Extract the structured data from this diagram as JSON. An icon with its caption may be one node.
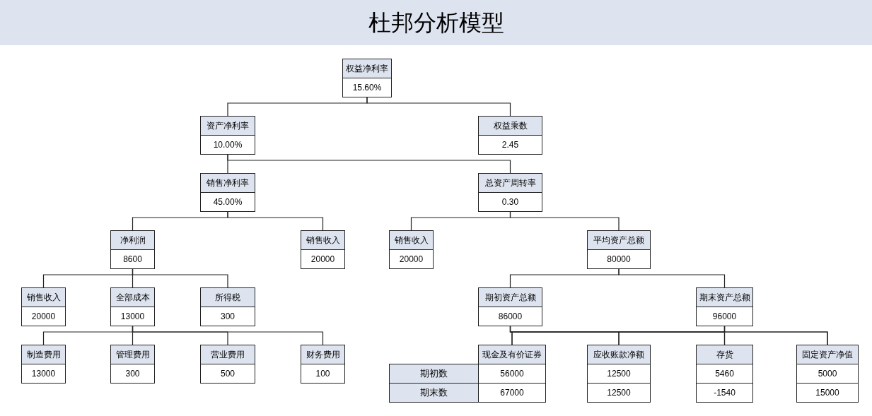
{
  "diagram": {
    "title": "杜邦分析模型",
    "nodes": [
      {
        "text": [
          "权益净利率",
          "15.60%"
        ]
      },
      {
        "text": [
          "资产净利率",
          "10.00%"
        ]
      },
      {
        "text": [
          "权益乘数",
          "2.45"
        ]
      },
      {
        "text": [
          "销售净利率",
          "45.00%"
        ]
      },
      {
        "text": [
          "总资产周转率",
          "0.30"
        ]
      },
      {
        "text": [
          "净利润",
          "8600"
        ]
      },
      {
        "text": [
          "销售收入",
          "20000"
        ]
      },
      {
        "text": [
          "销售收入",
          "20000"
        ]
      },
      {
        "text": [
          "平均资产总额",
          "80000"
        ]
      },
      {
        "text": [
          "销售收入",
          "20000"
        ]
      },
      {
        "text": [
          "全部成本",
          "13000"
        ]
      },
      {
        "text": [
          "所得税",
          "300"
        ]
      },
      {
        "text": [
          "期初资产总额",
          "86000"
        ]
      },
      {
        "text": [
          "期末资产总额",
          "96000"
        ]
      },
      {
        "text": [
          "制造费用",
          "13000"
        ]
      },
      {
        "text": [
          "管理费用",
          "300"
        ]
      },
      {
        "text": [
          "营业费用",
          "500"
        ]
      },
      {
        "text": [
          "财务费用",
          "100"
        ]
      },
      {
        "text": [
          "现金及有价证券",
          "56000",
          "67000"
        ]
      },
      {
        "text": [
          "应收账款净额",
          "12500",
          "12500"
        ]
      },
      {
        "text": [
          "存货",
          "5460",
          "-1540"
        ]
      },
      {
        "text": [
          "固定资产净值",
          "5000",
          "15000"
        ]
      }
    ],
    "edges": [
      {
        "from": 0,
        "to": 1,
        "arrow": "none"
      },
      {
        "from": 0,
        "to": 2,
        "arrow": "none"
      },
      {
        "from": 1,
        "to": 3,
        "arrow": "none"
      },
      {
        "from": 1,
        "to": 4,
        "arrow": "none"
      },
      {
        "from": 3,
        "to": 5,
        "arrow": "none"
      },
      {
        "from": 3,
        "to": 6,
        "arrow": "none"
      },
      {
        "from": 4,
        "to": 7,
        "arrow": "none"
      },
      {
        "from": 4,
        "to": 8,
        "arrow": "none"
      },
      {
        "from": 5,
        "to": 9,
        "arrow": "none"
      },
      {
        "from": 5,
        "to": 10,
        "arrow": "none"
      },
      {
        "from": 5,
        "to": 11,
        "arrow": "none"
      },
      {
        "from": 10,
        "to": 14,
        "arrow": "none"
      },
      {
        "from": 10,
        "to": 15,
        "arrow": "none"
      },
      {
        "from": 10,
        "to": 16,
        "arrow": "none"
      },
      {
        "from": 10,
        "to": 17,
        "arrow": "none"
      },
      {
        "from": 8,
        "to": 12,
        "arrow": "none"
      },
      {
        "from": 8,
        "to": 13,
        "arrow": "none"
      },
      {
        "from": 12,
        "to": 18,
        "arrow": "none"
      },
      {
        "from": 12,
        "to": 19,
        "arrow": "none"
      },
      {
        "from": 12,
        "to": 20,
        "arrow": "none"
      },
      {
        "from": 12,
        "to": 21,
        "arrow": "none"
      },
      {
        "from": 13,
        "to": 18,
        "arrow": "none"
      },
      {
        "from": 13,
        "to": 19,
        "arrow": "none"
      },
      {
        "from": 13,
        "to": 20,
        "arrow": "none"
      },
      {
        "from": 13,
        "to": 21,
        "arrow": "none"
      }
    ],
    "labels": [
      "期初数",
      "期末数"
    ]
  }
}
